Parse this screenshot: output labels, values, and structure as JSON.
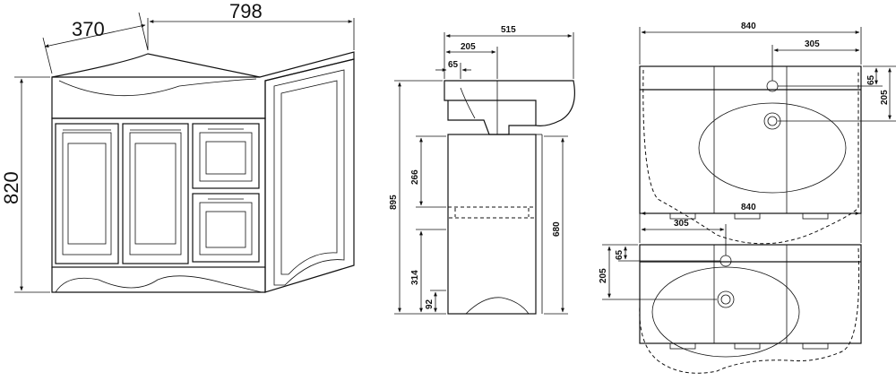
{
  "views": {
    "perspective": {
      "depth_dim": "370",
      "width_dim": "798",
      "height_dim": "820"
    },
    "side": {
      "top_depth": "515",
      "sink_offset": "205",
      "edge": "65",
      "total_height": "895",
      "upper_part": "266",
      "cabinet_height": "680",
      "lower_part": "314",
      "plinth": "92"
    },
    "top_upper": {
      "width": "840",
      "hole_offset": "305",
      "hole_edge": "65",
      "hole_depth": "205"
    },
    "top_lower": {
      "width": "840",
      "hole_offset": "305",
      "hole_edge": "65",
      "hole_depth": "205"
    }
  }
}
